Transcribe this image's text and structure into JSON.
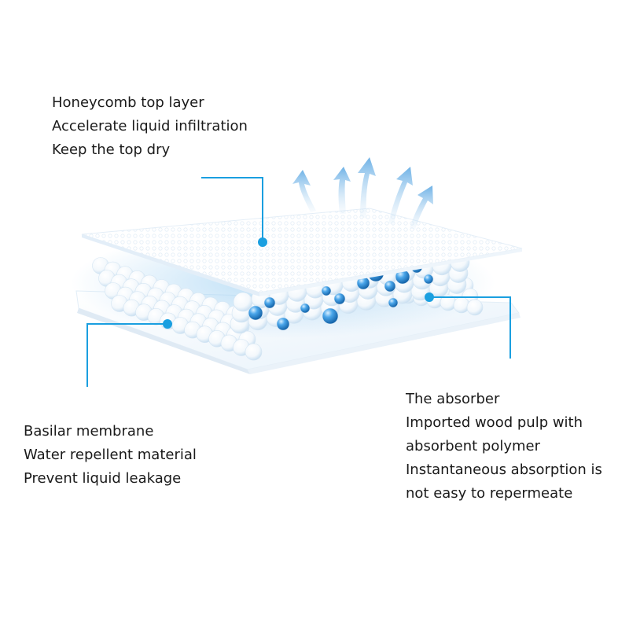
{
  "labels": {
    "top_layer": [
      "Honeycomb top layer",
      "Accelerate liquid infiltration",
      "Keep the top dry"
    ],
    "basilar_membrane": [
      "Basilar membrane",
      "Water repellent material",
      "Prevent liquid leakage"
    ],
    "absorber": [
      "The absorber",
      "Imported wood pulp with",
      "absorbent polymer",
      "Instantaneous absorption is",
      "not easy to repermeate"
    ]
  },
  "colors": {
    "callout": "#1a9fe0",
    "arrow": "#8cc3ea",
    "sheet": "#f4f9fd",
    "bead": "#ffffff",
    "bead_shadow": "#cfe3f4",
    "droplet": "#2d8fd8",
    "text": "#1a1a1a"
  },
  "icons": [
    "evaporation-arrow-icon",
    "callout-dot-icon",
    "water-droplet-icon"
  ]
}
